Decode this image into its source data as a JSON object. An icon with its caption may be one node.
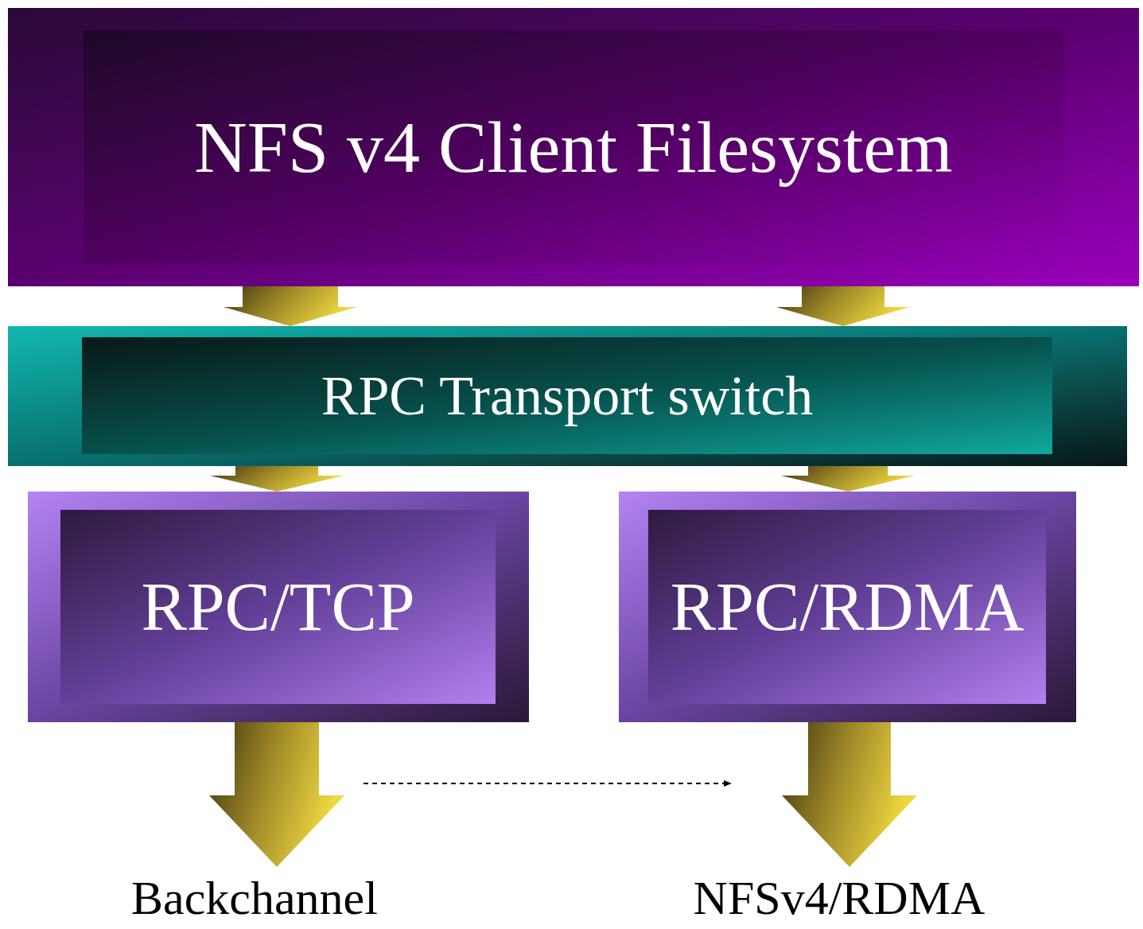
{
  "diagram": {
    "nodes": [
      {
        "text": [
          "NFS v4 Client Filesystem"
        ]
      },
      {
        "text": [
          "RPC Transport switch"
        ]
      },
      {
        "text": [
          "RPC/TCP"
        ]
      },
      {
        "text": [
          "RPC/RDMA"
        ]
      },
      {
        "text": [
          "Backchannel"
        ]
      },
      {
        "text": [
          "NFSv4/RDMA"
        ]
      }
    ],
    "edges": [
      {
        "from": 0,
        "to": 1,
        "arrow": "to"
      },
      {
        "from": 0,
        "to": 1,
        "arrow": "to"
      },
      {
        "from": 1,
        "to": 2,
        "arrow": "to"
      },
      {
        "from": 1,
        "to": 3,
        "arrow": "to"
      },
      {
        "from": 2,
        "to": 4,
        "arrow": "to"
      },
      {
        "from": 3,
        "to": 5,
        "arrow": "to"
      }
    ]
  }
}
